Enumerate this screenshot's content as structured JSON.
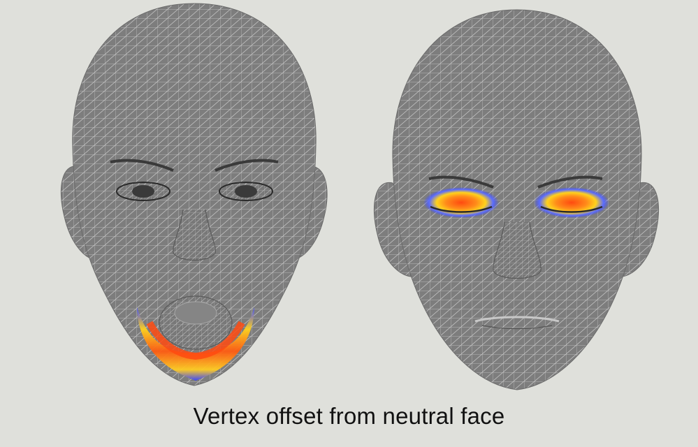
{
  "caption": "Vertex offset from neutral face",
  "colors": {
    "background": "#dfe0db",
    "mesh_fill": "#7d7d7d",
    "mesh_lines": "#c8c8c8",
    "heat_low": "#3a46ff",
    "heat_mid": "#ffd21c",
    "heat_high": "#ff4a10"
  },
  "faces": [
    {
      "name": "mouth-open-face",
      "highlight_region": "jaw / mouth"
    },
    {
      "name": "eyes-closed-face",
      "highlight_region": "eyelids"
    }
  ]
}
